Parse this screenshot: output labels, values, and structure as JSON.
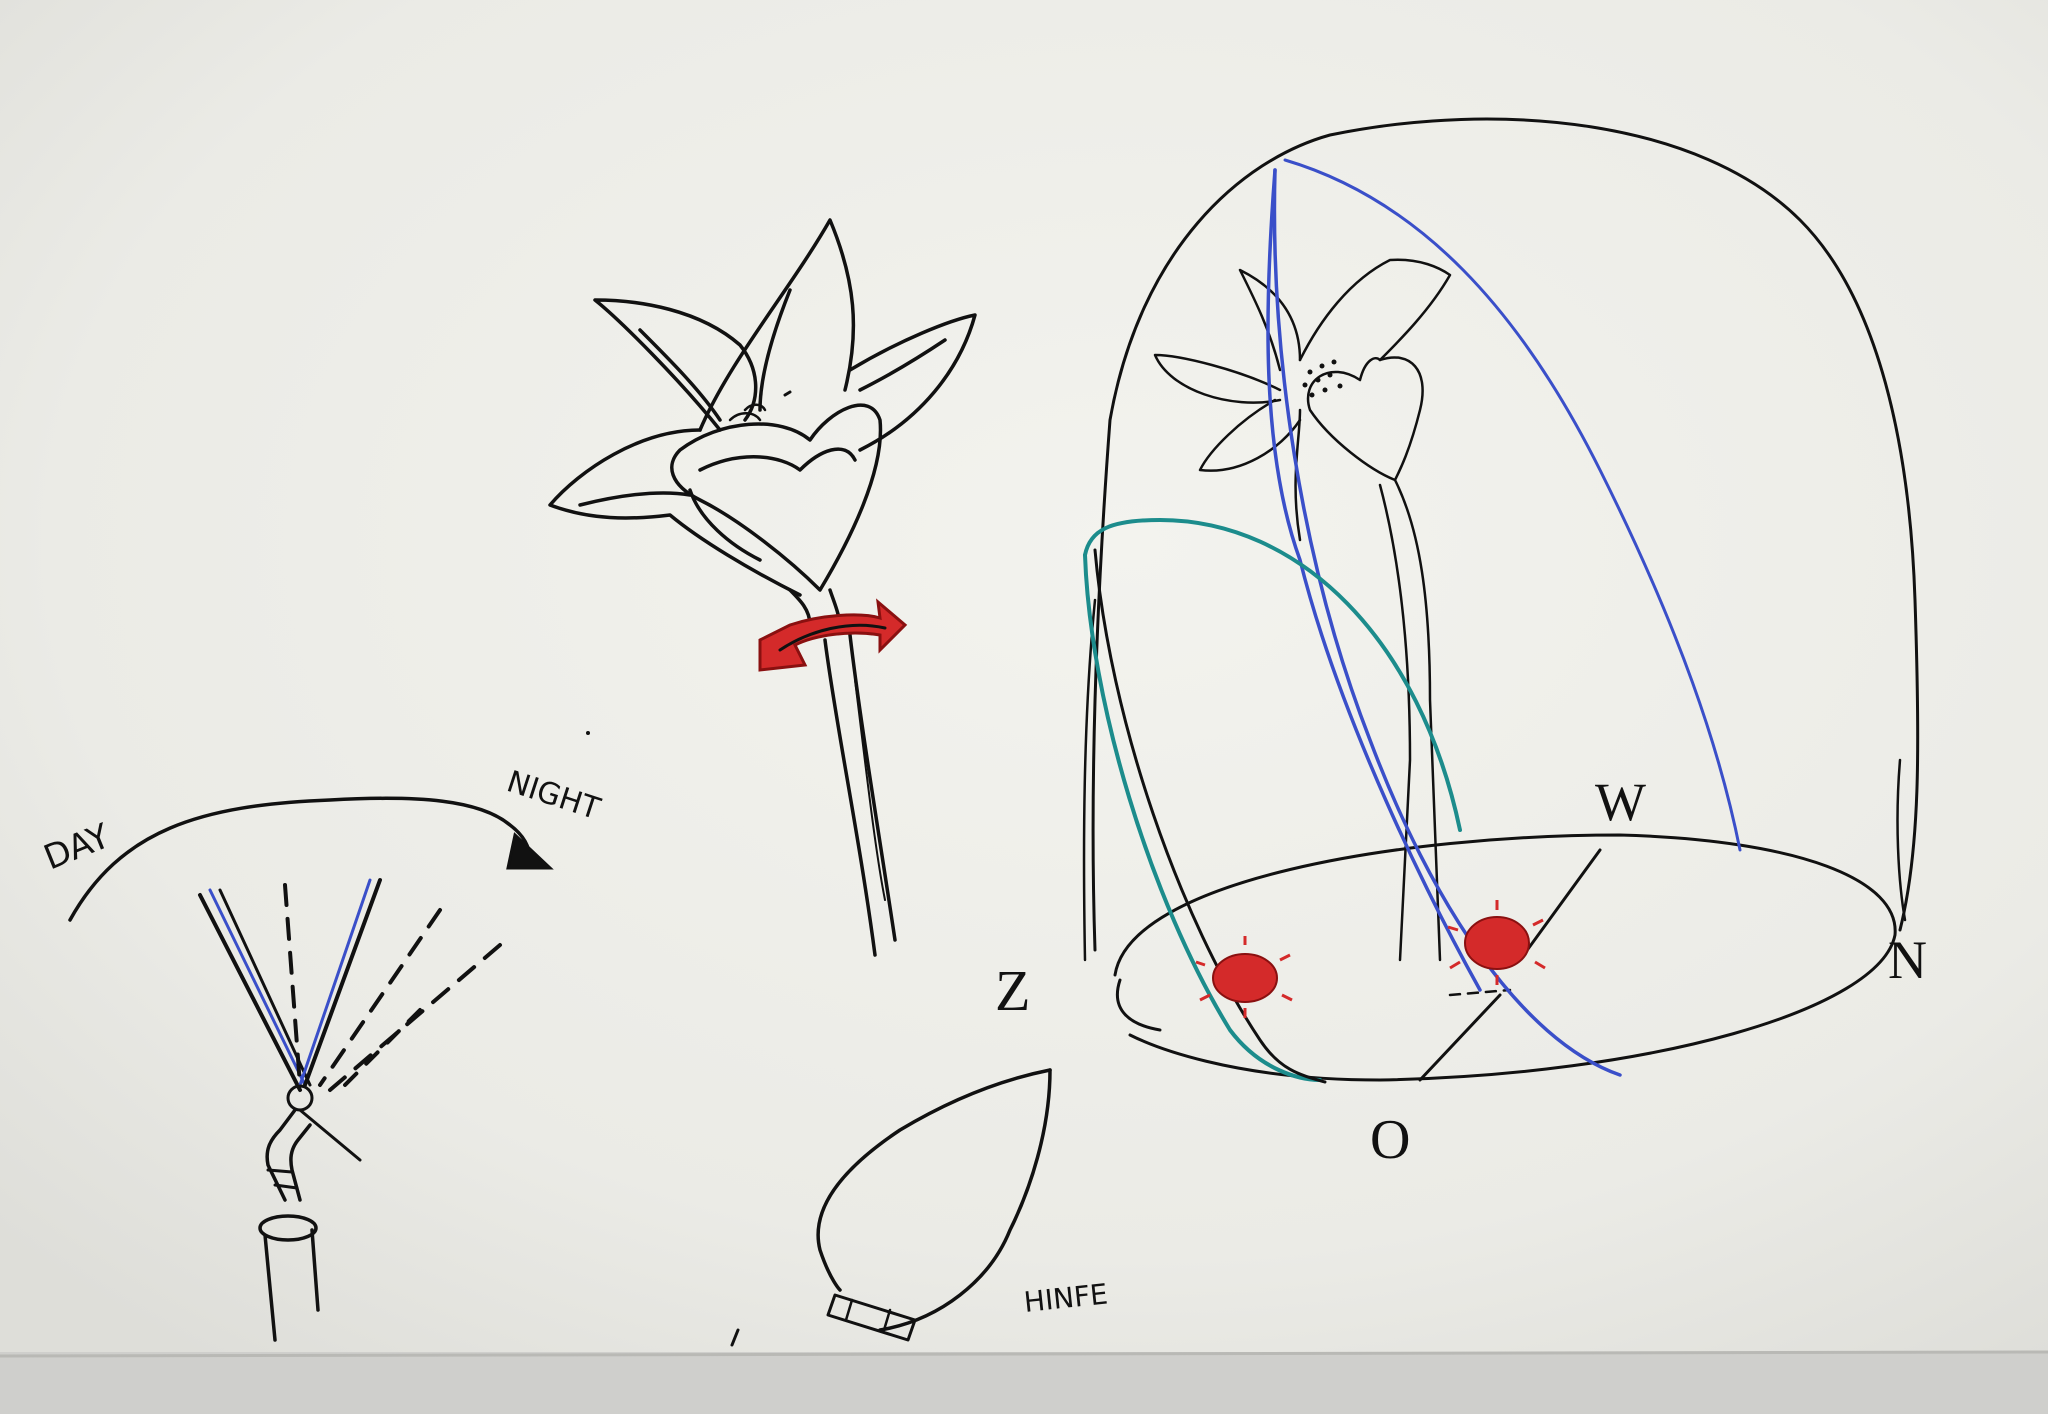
{
  "labels": {
    "day": "DAY",
    "night": "NIGHT",
    "west": "W",
    "north": "N",
    "z": "Z",
    "o": "O",
    "hinge": "HINFE"
  },
  "colors": {
    "paper": "#efefea",
    "ink": "#111111",
    "blue": "#3a4fc9",
    "teal": "#1c8c8c",
    "red": "#d42a2a"
  },
  "icons": {
    "flower": "flower-icon",
    "rotate_arrow": "rotate-arrow-icon",
    "sprinkler": "sprinkler-icon",
    "dome": "glass-dome-icon",
    "petal": "petal-icon"
  }
}
